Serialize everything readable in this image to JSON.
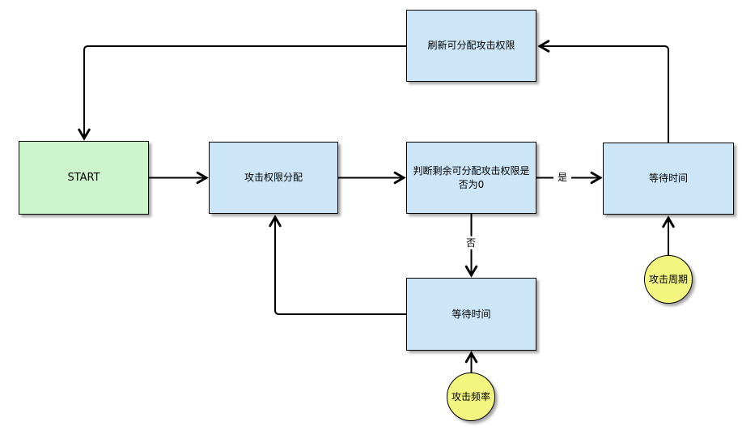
{
  "diagram": {
    "nodes": {
      "refresh": {
        "label": "刷新可分配攻击权限"
      },
      "start": {
        "label": "START"
      },
      "assign": {
        "label": "攻击权限分配"
      },
      "decision": {
        "label": "判断剩余可分配攻击权限是否为0"
      },
      "wait_right": {
        "label": "等待时间"
      },
      "wait_bottom": {
        "label": "等待时间"
      },
      "attack_cycle": {
        "label": "攻击周期"
      },
      "attack_frequency": {
        "label": "攻击频率"
      }
    },
    "edge_labels": {
      "yes": "是",
      "no": "否"
    },
    "colors": {
      "process_fill": "#CCE6F7",
      "start_fill": "#CCF5CC",
      "data_fill": "#F3F67E",
      "border": "#000000",
      "edge": "#000000",
      "canvas_bg": "#FFFFFF"
    }
  }
}
